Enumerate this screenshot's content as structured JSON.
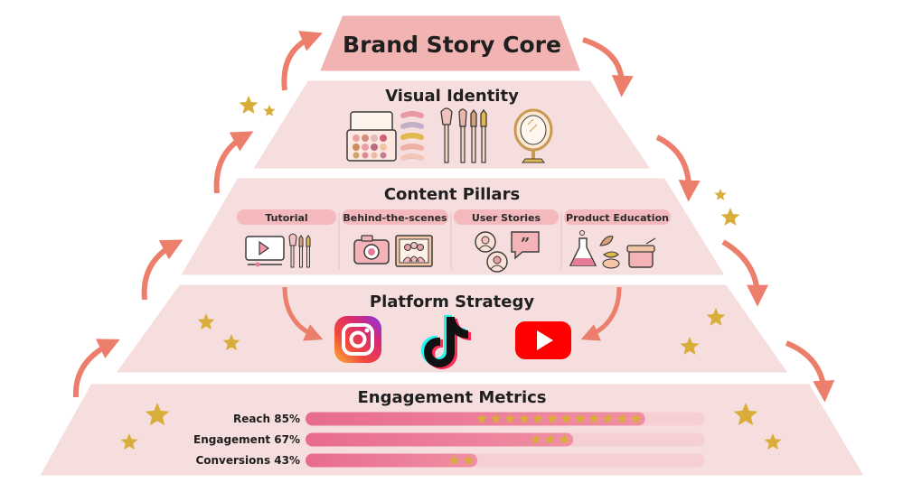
{
  "pyramid": {
    "core": {
      "title": "Brand Story Core"
    },
    "visual_identity": {
      "title": "Visual Identity",
      "items": [
        "eyeshadow-palette",
        "swatches",
        "makeup-brushes",
        "vanity-mirror"
      ]
    },
    "content_pillars": {
      "title": "Content Pillars",
      "pillars": [
        {
          "label": "Tutorial",
          "icons": [
            "video-player",
            "makeup-brushes"
          ]
        },
        {
          "label": "Behind-the-scenes",
          "icons": [
            "camera",
            "group-photo"
          ]
        },
        {
          "label": "User Stories",
          "icons": [
            "user-avatars",
            "quote-bubble"
          ]
        },
        {
          "label": "Product Education",
          "icons": [
            "flask",
            "leaves",
            "cream-jar"
          ]
        }
      ]
    },
    "platform_strategy": {
      "title": "Platform Strategy",
      "platforms": [
        "instagram",
        "tiktok",
        "youtube"
      ]
    },
    "engagement_metrics": {
      "title": "Engagement Metrics",
      "metrics": [
        {
          "label": "Reach 85%",
          "value": 85,
          "stars": 12
        },
        {
          "label": "Engagement 67%",
          "value": 67,
          "stars": 3
        },
        {
          "label": "Conversions 43%",
          "value": 43,
          "stars": 2
        }
      ]
    }
  },
  "colors": {
    "tier": "#f7dede",
    "tier_border": "#ffffff",
    "core": "#f2b3b3",
    "pill": "#f4b9bd",
    "bar_track": "#f6cfd2",
    "bar_fill": "#e57b96",
    "arrow": "#ec7f6c",
    "star": "#d9ad3a"
  }
}
